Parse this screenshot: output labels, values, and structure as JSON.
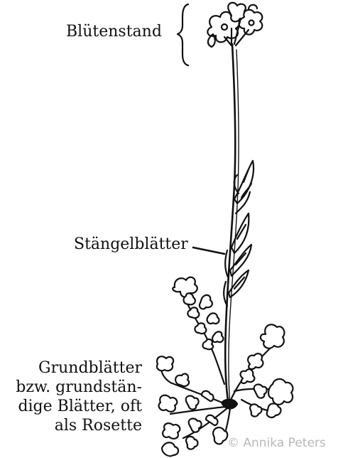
{
  "labels": {
    "bluetenstand": "Blütenstand",
    "stengelblaetter": "Stängelblätter",
    "grundblaetter": [
      "Grundblätter",
      "bzw. grundstän-",
      "dige Blätter, oft",
      "als Rosette"
    ]
  },
  "credit": "© Annika Peters",
  "colors": {
    "ink": "#111111",
    "credit": "#b8b8b8",
    "background": "#ffffff"
  }
}
